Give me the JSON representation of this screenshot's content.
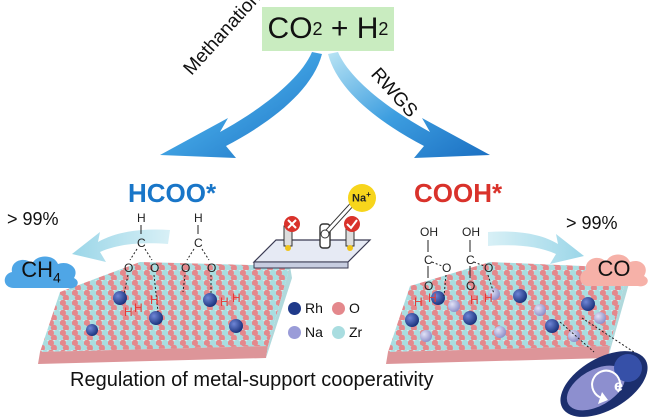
{
  "reactant": {
    "co2": "CO",
    "co2_sub": "2",
    "plus": " + H",
    "h2_sub": "2"
  },
  "arrows": {
    "left": "Methanation",
    "right": "RWGS"
  },
  "intermediates": {
    "left": "HCOO*",
    "right": "COOH*"
  },
  "selectivity": {
    "left": "> 99%",
    "right": "> 99%"
  },
  "products": {
    "left": "CH",
    "left_sub": "4",
    "right": "CO"
  },
  "promoter": {
    "label": "Na",
    "sup": "+"
  },
  "legend": {
    "rh": "Rh",
    "o": "O",
    "na": "Na",
    "zr": "Zr"
  },
  "atoms": {
    "h": "H",
    "c": "C",
    "o": "O",
    "oh": "OH",
    "electron": "e"
  },
  "caption": "Regulation of metal-support cooperativity",
  "colors": {
    "reactant_bg": "#c9ecc0",
    "hcoo": "#1976c8",
    "cooh": "#d9322b",
    "arrow_blue": "#2a7fd4",
    "arrow_light": "#a9dcea",
    "cloud_left": "#4fa6e6",
    "cloud_right": "#f6b1a8",
    "rh": "#1f3a8a",
    "o": "#e4888c",
    "na": "#9a9cd8",
    "zr": "#a9dde0",
    "na_badge": "#f7d51c"
  }
}
